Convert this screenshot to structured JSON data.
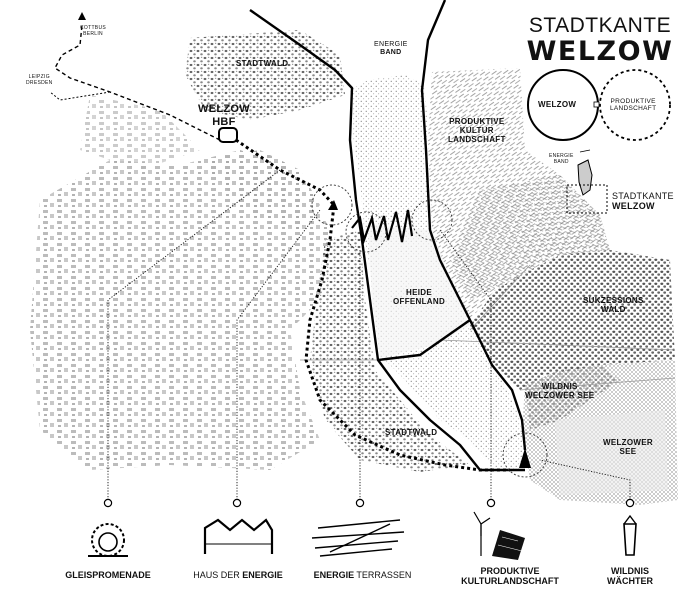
{
  "title": {
    "line1": "STADTKANTE",
    "line2": "WELZOW"
  },
  "labels": {
    "cottbus": [
      "COTTBUS",
      "BERLIN"
    ],
    "leipzig": [
      "LEIPZIG",
      "DRESDEN"
    ],
    "hbf": [
      "WELZOW",
      "HBF"
    ],
    "stadtwald_north": "STADTWALD",
    "energie_band": [
      "ENERGIE",
      "BAND"
    ],
    "produktive_kultur": [
      "PRODUKTIVE",
      "KULTUR",
      "LANDSCHAFT"
    ],
    "heide": [
      "HEIDE",
      "OFFENLAND"
    ],
    "sukzession": [
      "SUKZESSIONS",
      "WALD"
    ],
    "wildnis_see": [
      "WILDNIS",
      "WELZOWER SEE"
    ],
    "stadtwald_south": "STADTWALD",
    "welzower_see": [
      "WELZOWER",
      "SEE"
    ]
  },
  "diagram": {
    "welzow": "WELZOW",
    "produktive_landschaft": [
      "PRODUKTIVE",
      "LANDSCHAFT"
    ],
    "energie_band": [
      "ENERGIE",
      "BAND"
    ],
    "stadtkante": [
      "STADTKANTE",
      "WELZOW"
    ]
  },
  "legend": [
    {
      "name": "gleispromenade",
      "bold": "GLEISPROMENADE",
      "normal": ""
    },
    {
      "name": "haus-der-energie",
      "bold": "ENERGIE",
      "normal": "HAUS DER "
    },
    {
      "name": "energie-terrassen",
      "bold": "ENERGIE",
      "normal": " TERRASSEN"
    },
    {
      "name": "produktive-kulturlandschaft",
      "bold": "PRODUKTIVE KULTURLANDSCHAFT",
      "normal": ""
    },
    {
      "name": "wildnis-waechter",
      "bold": "WILDNIS WÄCHTER",
      "normal": ""
    }
  ]
}
